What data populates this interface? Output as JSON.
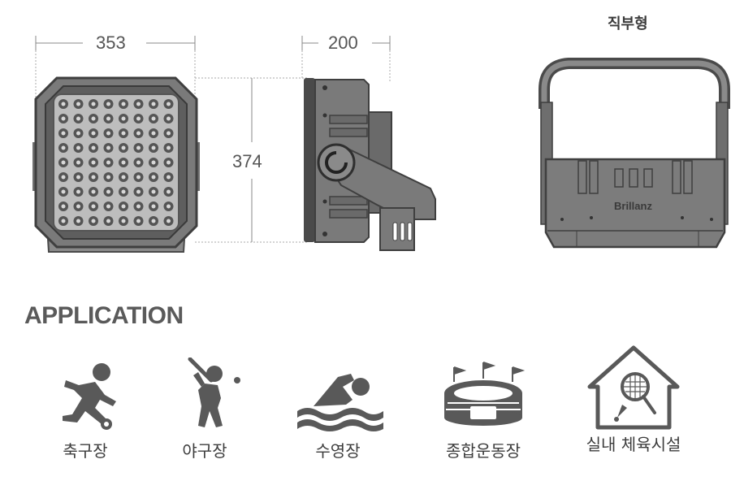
{
  "dimensions": {
    "width": "353",
    "depth": "200",
    "height": "374"
  },
  "bracket_variant": {
    "title": "직부형",
    "brand": "Brillanz"
  },
  "application": {
    "heading": "APPLICATION",
    "items": [
      {
        "label": "축구장",
        "icon": "soccer-player-icon"
      },
      {
        "label": "야구장",
        "icon": "baseball-batter-icon"
      },
      {
        "label": "수영장",
        "icon": "swimmer-icon"
      },
      {
        "label": "종합운동장",
        "icon": "stadium-icon"
      },
      {
        "label": "실내 체육시설",
        "icon": "indoor-gym-badminton-icon"
      }
    ]
  },
  "colors": {
    "body_gray": "#6e6e6e",
    "dark_gray": "#4a4a4a",
    "light_gray": "#9a9a9a",
    "icon_gray": "#595959"
  }
}
